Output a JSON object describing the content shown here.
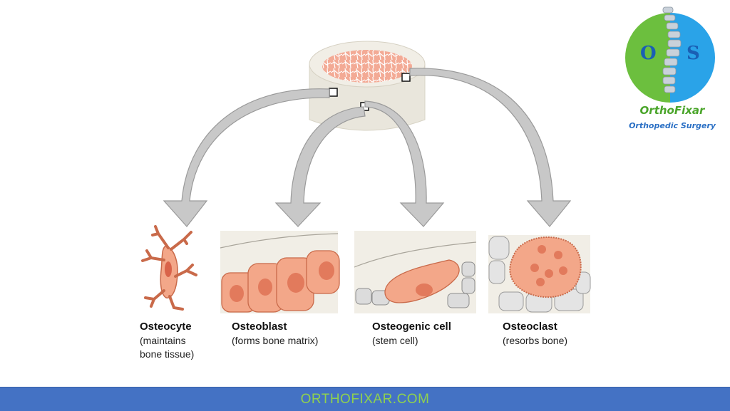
{
  "cells": [
    {
      "name": "Osteocyte",
      "desc_lines": [
        "(maintains",
        "bone tissue)"
      ]
    },
    {
      "name": "Osteoblast",
      "desc_lines": [
        "(forms bone matrix)"
      ]
    },
    {
      "name": "Osteogenic cell",
      "desc_lines": [
        "(stem cell)"
      ]
    },
    {
      "name": "Osteoclast",
      "desc_lines": [
        "(resorbs bone)"
      ]
    }
  ],
  "logo": {
    "letters": [
      "O",
      "S"
    ],
    "name": "OrthoFixar",
    "subtitle": "Orthopedic Surgery",
    "colors": {
      "green": "#6cbf3e",
      "blue": "#2aa3e8"
    }
  },
  "footer": {
    "text": "ORTHOFIXAR.COM",
    "bg": "#4472c4",
    "color": "#8fd14f"
  },
  "colors": {
    "cell_fill": "#f3a789",
    "cell_stroke": "#c96a4a",
    "nucleus": "#e27a5c",
    "arrow_fill": "#c8c8c8"
  }
}
